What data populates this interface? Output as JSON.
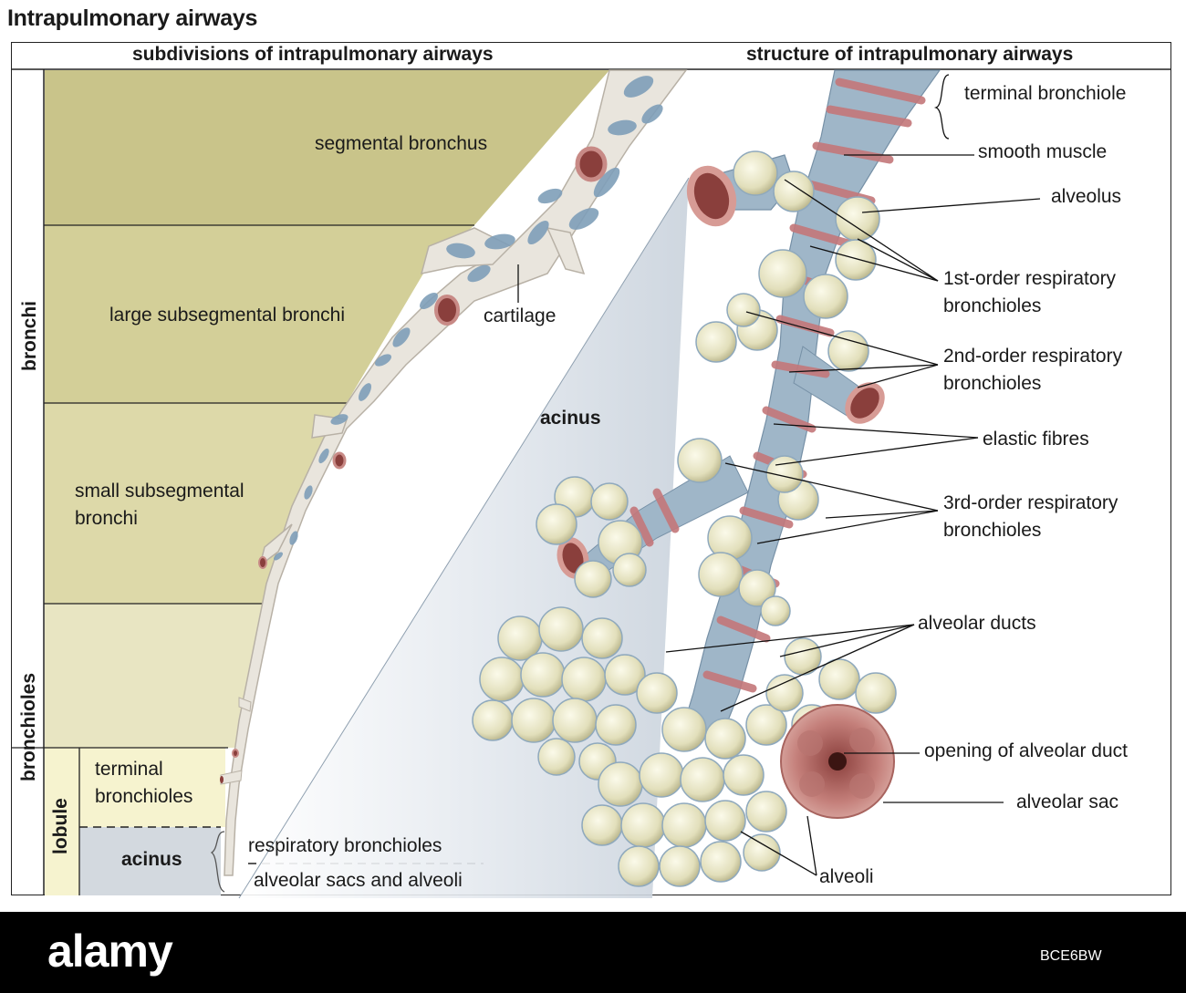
{
  "title": "Intrapulmonary airways",
  "headers": {
    "left": "subdivisions of intrapulmonary airways",
    "right": "structure of intrapulmonary airways"
  },
  "side_labels": {
    "bronchi": "bronchi",
    "bronchioles": "bronchioles",
    "lobule": "lobule",
    "acinus_box": "acinus"
  },
  "bands": {
    "segmental": "segmental bronchus",
    "large_sub": "large subsegmental bronchi",
    "small_sub_1": "small subsegmental",
    "small_sub_2": "bronchi",
    "terminal_1": "terminal",
    "terminal_2": "bronchioles"
  },
  "left_labels": {
    "cartilage": "cartilage",
    "respiratory": "respiratory bronchioles",
    "alveolar_sacs": "alveolar sacs and alveoli",
    "acinus": "acinus"
  },
  "right_labels": {
    "terminal_bronchiole": "terminal bronchiole",
    "smooth_muscle": "smooth muscle",
    "alveolus": "alveolus",
    "first_order_1": "1st-order respiratory",
    "first_order_2": "bronchioles",
    "second_order_1": "2nd-order respiratory",
    "second_order_2": "bronchioles",
    "elastic_fibres": "elastic fibres",
    "third_order_1": "3rd-order respiratory",
    "third_order_2": "bronchioles",
    "alveolar_ducts": "alveolar ducts",
    "opening": "opening of alveolar duct",
    "alveolar_sac": "alveolar sac",
    "alveoli": "alveoli"
  },
  "footer": {
    "logo": "alamy",
    "id": "BCE6BW"
  },
  "colors": {
    "band_dark": "#c9c48a",
    "band_mid": "#ddd9a8",
    "band_light": "#ebe9c6",
    "lobule": "#f6f3cf",
    "acinus_box": "#d7dde3",
    "cartilage": "#7f9fb9",
    "muscle": "#c4777a",
    "alveolus": "#e6e4c2",
    "sac": "#c88a86"
  }
}
